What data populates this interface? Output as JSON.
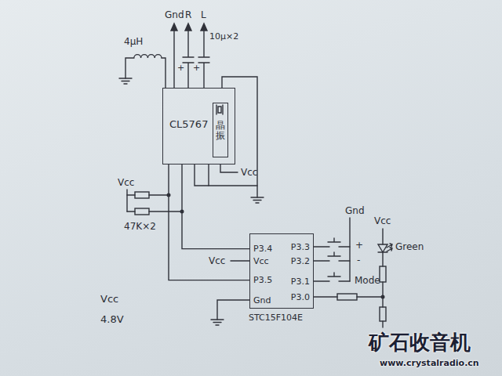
{
  "diagram": {
    "nodes": [
      {
        "text": [
          "CL5767"
        ]
      },
      {
        "text": [
          "晶振"
        ],
        "in": 0
      },
      {
        "text": [
          "P3.4",
          "Vcc",
          "P3.5",
          "Gnd",
          "P3.3",
          "P3.2",
          "P3.1",
          "P3.0",
          "STC15F104E"
        ]
      }
    ],
    "edges": [
      {
        "from": 0,
        "to": 2,
        "arrow": "none"
      },
      {
        "from": 0,
        "to": 2,
        "arrow": "none"
      }
    ],
    "labels": [
      "Gnd",
      "R",
      "L",
      "4μH",
      "10μ×2",
      "+",
      "+",
      "Vcc",
      "Vcc",
      "47K×2",
      "Vcc",
      "Gnd",
      "+",
      "-",
      "Mode",
      "Vcc",
      "Green",
      "Vcc",
      "4.8V",
      "矿石收音机",
      "www.crystalradio.cn"
    ]
  }
}
